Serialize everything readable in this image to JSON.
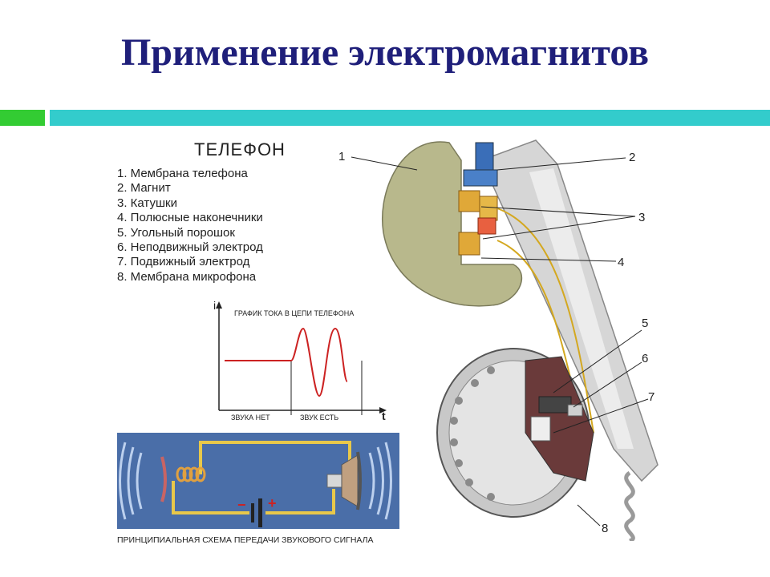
{
  "slide": {
    "title": "Применение электромагнитов"
  },
  "legend": {
    "heading": "ТЕЛЕФОН",
    "items": [
      "1. Мембрана телефона",
      "2. Магнит",
      "3. Катушки",
      "4. Полюсные наконечники",
      "5. Угольный порошок",
      "6. Неподвижный электрод",
      "7. Подвижный электрод",
      "8. Мембрана микрофона"
    ]
  },
  "graph": {
    "title": "ГРАФИК ТОКА В ЦЕПИ ТЕЛЕФОНА",
    "y_axis": "i",
    "x_axis": "t",
    "label_no_sound": "ЗВУКА НЕТ",
    "label_sound": "ЗВУК ЕСТЬ"
  },
  "circuit": {
    "caption": "ПРИНЦИПИАЛЬНАЯ СХЕМА ПЕРЕДАЧИ ЗВУКОВОГО СИГНАЛА",
    "minus": "−",
    "plus": "+"
  },
  "phone": {
    "callouts": [
      "1",
      "2",
      "3",
      "4",
      "5",
      "6",
      "7",
      "8"
    ]
  },
  "colors": {
    "title": "#1f1f7a",
    "accent_green": "#33cc33",
    "accent_teal": "#33cccc",
    "signal": "#cc2222",
    "circuit_bg": "#4a6ea8",
    "wire": "#e8c84a"
  }
}
